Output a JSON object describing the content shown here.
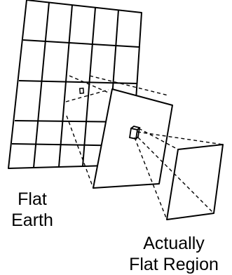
{
  "labels": {
    "flat_earth_line1": "Flat",
    "flat_earth_line2": "Earth",
    "flat_region_line1": "Actually",
    "flat_region_line2": "Flat Region"
  },
  "colors": {
    "stroke": "#000000",
    "background": "#ffffff"
  }
}
